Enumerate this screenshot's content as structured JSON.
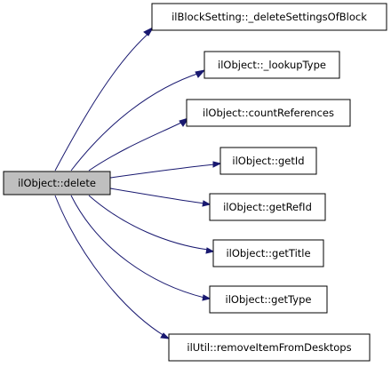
{
  "graph": {
    "colors": {
      "edge": "#191970",
      "node_fill": "#ffffff",
      "root_fill": "#bfbfbf",
      "node_border": "#000000"
    },
    "root": {
      "label": "ilObject::delete"
    },
    "callees": [
      {
        "label": "ilBlockSetting::_deleteSettingsOfBlock"
      },
      {
        "label": "ilObject::_lookupType"
      },
      {
        "label": "ilObject::countReferences"
      },
      {
        "label": "ilObject::getId"
      },
      {
        "label": "ilObject::getRefId"
      },
      {
        "label": "ilObject::getTitle"
      },
      {
        "label": "ilObject::getType"
      },
      {
        "label": "ilUtil::removeItemFromDesktops"
      }
    ]
  }
}
